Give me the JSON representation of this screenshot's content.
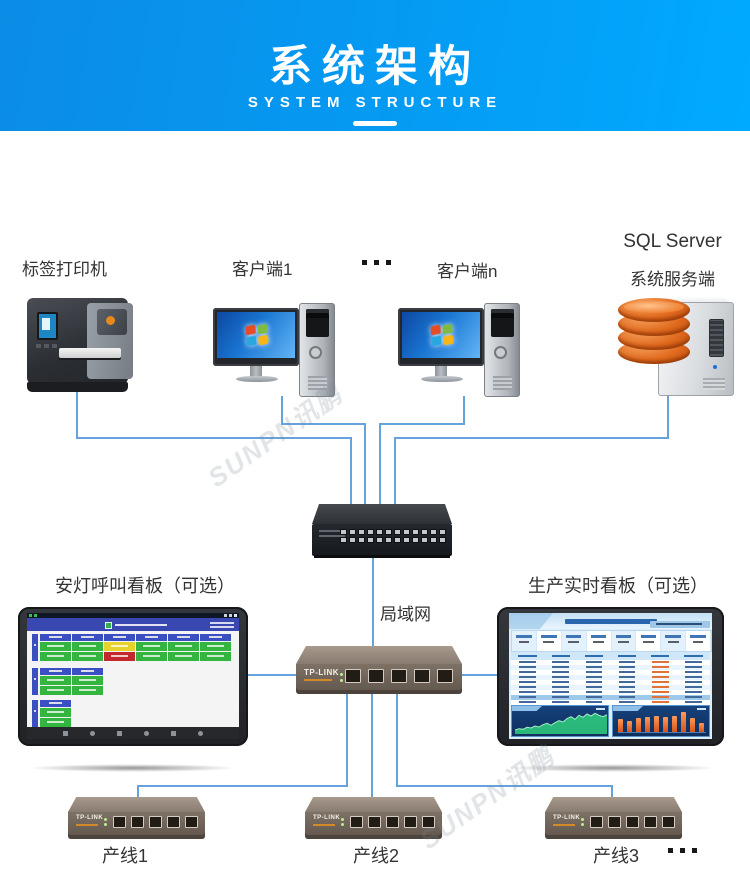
{
  "header": {
    "title": "系统架构",
    "subtitle": "SYSTEM STRUCTURE"
  },
  "labels": {
    "printer": "标签打印机",
    "client1": "客户端1",
    "clientn": "客户端n",
    "sql_line1": "SQL Server",
    "sql_line2": "系统服务端",
    "lan": "局域网",
    "andon": "安灯呼叫看板（可选）",
    "dashboard": "生产实时看板（可选）",
    "prodline1": "产线1",
    "prodline2": "产线2",
    "prodline3": "产线3"
  },
  "brand": {
    "router_label": "TP-LINK",
    "watermark": "SUNPN讯鹏"
  },
  "colors": {
    "header_gradient_start": "#0b8ce6",
    "header_gradient_end": "#00aaff",
    "cable": "#66a3dd",
    "andon_green": "#33b540",
    "andon_yellow": "#e6d22b",
    "andon_red": "#c3282d",
    "andon_header_blue": "#3a4fc0",
    "db_orange": "#e06a1e"
  },
  "andon_board": {
    "palette": {
      "g": "#33b540",
      "y": "#e6d22b",
      "r": "#c3282d"
    },
    "groups": [
      {
        "cols": 6,
        "tops": 3,
        "rows": [
          [
            "g",
            "g",
            "y",
            "g",
            "g",
            "g"
          ],
          [
            "g",
            "g",
            "r",
            "g",
            "g",
            "g"
          ]
        ]
      },
      {
        "cols": 2,
        "tops": 37,
        "rows": [
          [
            "g",
            "g"
          ],
          [
            "g",
            "g"
          ]
        ]
      },
      {
        "cols": 1,
        "tops": 69,
        "rows": [
          [
            "g"
          ],
          [
            "g"
          ]
        ]
      }
    ]
  },
  "dashboard_board": {
    "table": {
      "cols": 6,
      "rows": 9,
      "highlight_row": 7,
      "accent_col": 4
    },
    "bar_values": [
      52,
      45,
      58,
      62,
      66,
      60,
      64,
      82,
      56,
      38
    ],
    "area_values": [
      6,
      10,
      8,
      14,
      12,
      18,
      15,
      22,
      26,
      20,
      28,
      34,
      30,
      40,
      46,
      38,
      50,
      44,
      54,
      48,
      56,
      50,
      46,
      52
    ]
  }
}
